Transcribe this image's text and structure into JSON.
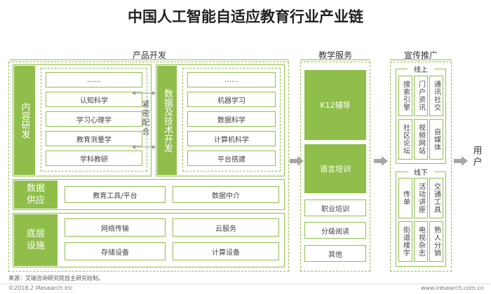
{
  "title": "中国人工智能自适应教育行业产业链",
  "sections": {
    "product_dev": "产品开发",
    "teaching": "教学服务",
    "promotion": "宣传推广",
    "user": "用户"
  },
  "content_rd": {
    "label": "内容研发",
    "items": [
      "……",
      "认知科学",
      "学习心理学",
      "教育测量学",
      "学科教研"
    ]
  },
  "tech_dev": {
    "label": "数据及技术开发",
    "items": [
      "……",
      "机器学习",
      "数据科学",
      "计算机科学",
      "平台搭建"
    ]
  },
  "coop": "紧密配合",
  "data_supply": {
    "label": "数据供应",
    "items": [
      "教育工具/平台",
      "数据中介"
    ]
  },
  "infra": {
    "label": "底层设施",
    "items": [
      "网络传输",
      "云服务",
      "存储设备",
      "计算设备"
    ]
  },
  "teaching_items": [
    "K12辅导",
    "语言培训",
    "职业培训",
    "分级阅读",
    "其他"
  ],
  "online": {
    "label": "线上",
    "items": [
      "搜索引擎",
      "门户资讯",
      "通讯社交",
      "社区论坛",
      "视频网站",
      "自媒体"
    ]
  },
  "offline": {
    "label": "线下",
    "items": [
      "传单",
      "活动讲座",
      "交通工具",
      "街道楼宇",
      "电视杂志",
      "熟人分销"
    ]
  },
  "footer": {
    "source": "来源：艾瑞咨询研究院自主研究绘制。",
    "copyright": "©2018.2 iResearch Inc",
    "url": "www.iresearch.com.cn"
  },
  "colors": {
    "accent": "#8fbf4a",
    "arrow": "#a6a6a6"
  }
}
